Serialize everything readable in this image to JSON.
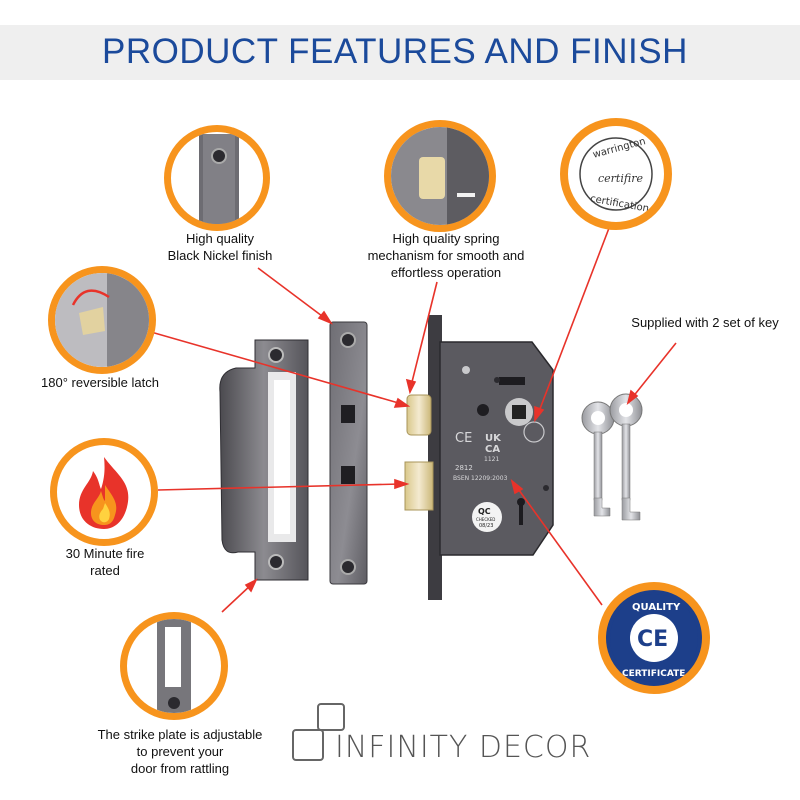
{
  "header": {
    "title": "PRODUCT FEATURES AND FINISH"
  },
  "callouts": {
    "black_nickel": [
      "High quality",
      "Black Nickel finish"
    ],
    "spring": [
      "High quality spring",
      "mechanism for smooth and",
      "effortless operation"
    ],
    "keys": [
      "Supplied with 2 set of key"
    ],
    "latch": [
      "180° reversible latch"
    ],
    "fire": [
      "30 Minute fire",
      "rated"
    ],
    "strike": [
      "The strike plate is adjustable",
      "to prevent your",
      "door from rattling"
    ]
  },
  "certifire": {
    "top": "warrington",
    "middle": "certifire",
    "bottom": "certification"
  },
  "ce_badge": {
    "top": "QUALITY",
    "mark": "CE",
    "bottom": "CERTIFICATE"
  },
  "lock_marks": {
    "ukca_1": "UK",
    "ukca_2": "CA",
    "ukca_num": "1121",
    "ce": "CE",
    "ce_num": "2812",
    "std": "BSEN 12209:2003",
    "qc": "QC",
    "qc_sub": "CHECKED",
    "qc_date": "08/23"
  },
  "logo": {
    "text": "INFINITY DECOR"
  },
  "colors": {
    "accent": "#f7941d",
    "title": "#1b4a9b",
    "arrow": "#e8332a",
    "ce_blue": "#1d3f8a"
  }
}
